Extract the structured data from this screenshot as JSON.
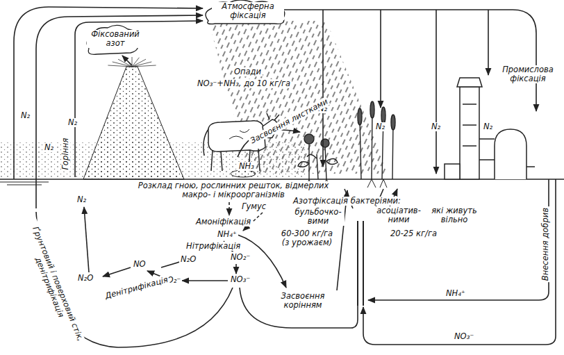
{
  "diagram": {
    "labels": [
      "Атмосферна фіксація",
      "Фіксований азот",
      "Опади",
      "NO₃⁻+NH₃, до 10 кг/га",
      "N₂",
      "N₂",
      "N₂",
      "Горіння",
      "N₂",
      "N₂",
      "N₂",
      "N₂",
      "Промислова фіксація",
      "Засвоєння листками",
      "NH₃",
      "Розклад гною, рослинних решток, відмерлих макро- і мікроорганізмів",
      "N₂",
      "Гумус",
      "Амоніфікація",
      "NH₄⁺",
      "Нітрифікація",
      "N₂O",
      "NO₂⁻",
      "NO₃⁻",
      "NO₂⁻",
      "NO",
      "N₂O",
      "Денітрифікація",
      "Ґрунтовий і поверховий стік, денітрифікація",
      "Азотфіксація бактеріями:",
      "бульбочко- вими",
      "60-300 кг/га (з урожаєм)",
      "асоціатив- ними",
      "які живуть вільно",
      "20-25 кг/га",
      "Засвоєння корінням",
      "Внесення добрив",
      "NH₄⁺",
      "NO₃⁻"
    ]
  }
}
